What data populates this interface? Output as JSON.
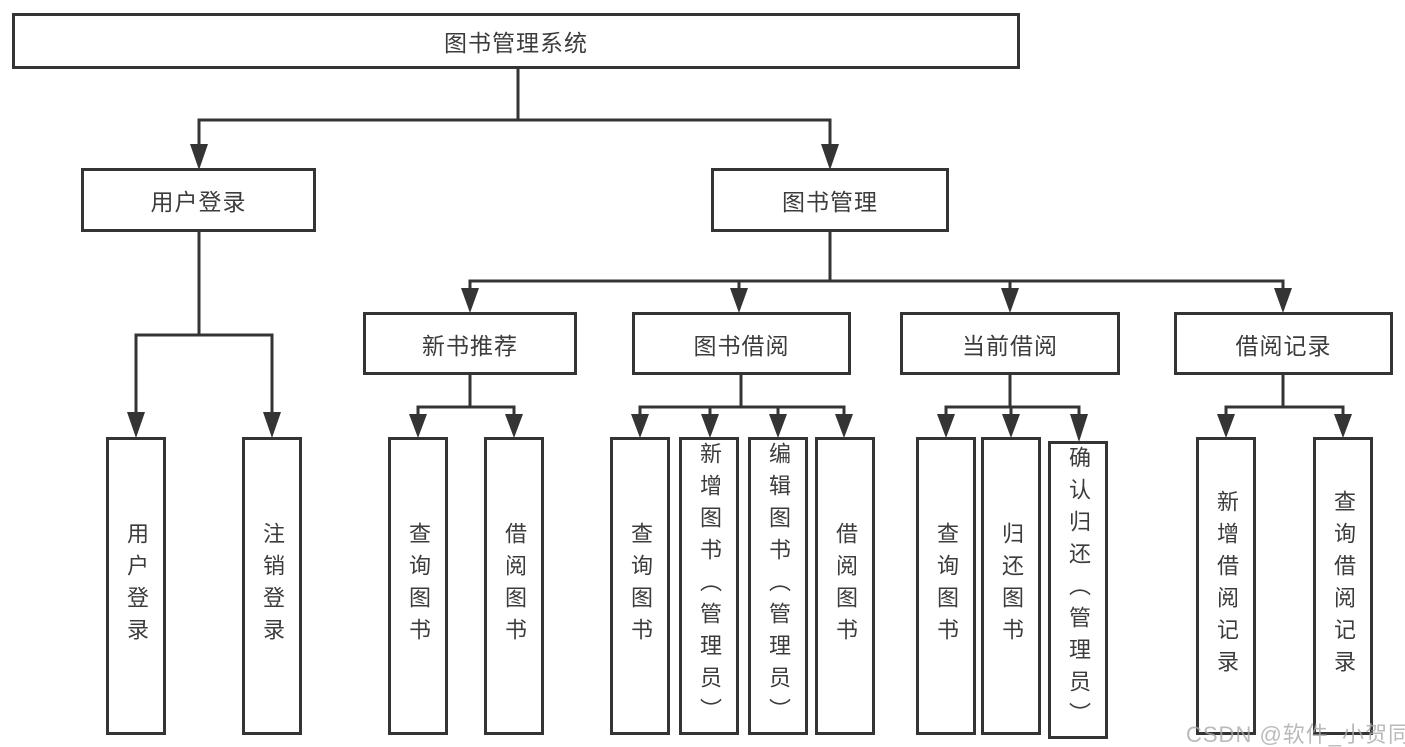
{
  "diagram": {
    "root": "图书管理系统",
    "branches": [
      {
        "label": "用户登录",
        "children": [
          "用户登录",
          "注销登录"
        ]
      },
      {
        "label": "图书管理",
        "children": [
          {
            "label": "新书推荐",
            "children": [
              "查询图书",
              "借阅图书"
            ]
          },
          {
            "label": "图书借阅",
            "children": [
              "查询图书",
              "新增图书（管理员）",
              "编辑图书（管理员）",
              "借阅图书"
            ]
          },
          {
            "label": "当前借阅",
            "children": [
              "查询图书",
              "归还图书",
              "确认归还（管理员）"
            ]
          },
          {
            "label": "借阅记录",
            "children": [
              "新增借阅记录",
              "查询借阅记录"
            ]
          }
        ]
      }
    ]
  },
  "watermark": "CSDN @软件_小贺同学",
  "colors": {
    "line": "#343434",
    "text": "#3c3c3c",
    "background": "#ffffff",
    "watermark": "#a9a9a9"
  }
}
